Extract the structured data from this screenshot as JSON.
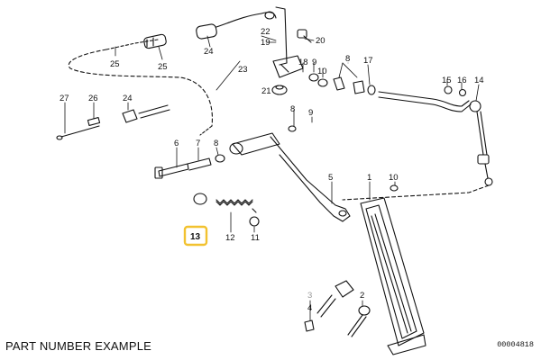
{
  "caption": "PART NUMBER EXAMPLE",
  "diagram_code": "00004818",
  "highlight_color": "#f2c230",
  "callouts": [
    {
      "id": "c25a",
      "text": "25"
    },
    {
      "id": "c25b",
      "text": "25"
    },
    {
      "id": "c24a",
      "text": "24"
    },
    {
      "id": "c23",
      "text": "23"
    },
    {
      "id": "c22",
      "text": "22"
    },
    {
      "id": "c19",
      "text": "19"
    },
    {
      "id": "c20",
      "text": "20"
    },
    {
      "id": "c18",
      "text": "18"
    },
    {
      "id": "c9a",
      "text": "9"
    },
    {
      "id": "c10a",
      "text": "10"
    },
    {
      "id": "c8a",
      "text": "8"
    },
    {
      "id": "c17",
      "text": "17"
    },
    {
      "id": "c21",
      "text": "21"
    },
    {
      "id": "c15",
      "text": "15"
    },
    {
      "id": "c16",
      "text": "16"
    },
    {
      "id": "c14",
      "text": "14"
    },
    {
      "id": "c27",
      "text": "27"
    },
    {
      "id": "c26",
      "text": "26"
    },
    {
      "id": "c24b",
      "text": "24"
    },
    {
      "id": "c8b",
      "text": "8"
    },
    {
      "id": "c9b",
      "text": "9"
    },
    {
      "id": "c6",
      "text": "6"
    },
    {
      "id": "c7",
      "text": "7"
    },
    {
      "id": "c8c",
      "text": "8"
    },
    {
      "id": "c5",
      "text": "5"
    },
    {
      "id": "c1",
      "text": "1"
    },
    {
      "id": "c10b",
      "text": "10"
    },
    {
      "id": "c13",
      "text": "13"
    },
    {
      "id": "c12",
      "text": "12"
    },
    {
      "id": "c11",
      "text": "11"
    },
    {
      "id": "c3",
      "text": "3"
    },
    {
      "id": "c2",
      "text": "2"
    },
    {
      "id": "c4",
      "text": "4"
    }
  ]
}
